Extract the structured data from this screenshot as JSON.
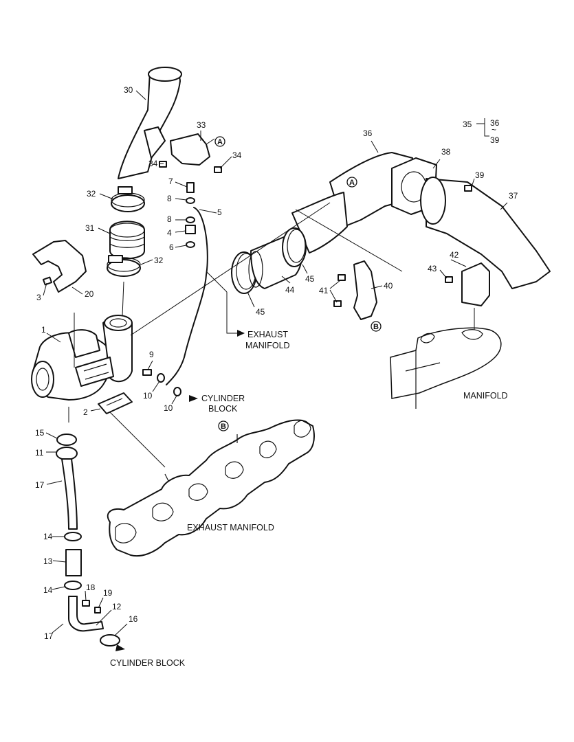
{
  "part_numbers": {
    "n1": "1",
    "n2": "2",
    "n3": "3",
    "n4": "4",
    "n5": "5",
    "n6": "6",
    "n7": "7",
    "n8a": "8",
    "n8b": "8",
    "n9": "9",
    "n10a": "10",
    "n10b": "10",
    "n11": "11",
    "n12": "12",
    "n13": "13",
    "n14a": "14",
    "n14b": "14",
    "n15": "15",
    "n16": "16",
    "n17a": "17",
    "n17b": "17",
    "n18": "18",
    "n19": "19",
    "n20": "20",
    "n30": "30",
    "n31": "31",
    "n32a": "32",
    "n32b": "32",
    "n33": "33",
    "n34a": "34",
    "n34b": "34",
    "n35": "35",
    "n36a": "36",
    "n36b": "36",
    "n37": "37",
    "n38": "38",
    "n39a": "39",
    "n39b": "39",
    "n40": "40",
    "n41": "41",
    "n42": "42",
    "n43": "43",
    "n44": "44",
    "n45a": "45",
    "n45b": "45",
    "tilde": "~"
  },
  "labels": {
    "exhaust_manifold_1": "EXHAUST",
    "exhaust_manifold_2": "MANIFOLD",
    "cylinder_block_1": "CYLINDER",
    "cylinder_block_2": "BLOCK",
    "exhaust_manifold_full": "EXHAUST MANIFOLD",
    "manifold": "MANIFOLD",
    "cylinder_block_full": "CYLINDER BLOCK"
  },
  "reference_marks": {
    "a1": "A",
    "a2": "A",
    "b1": "B",
    "b2": "B"
  }
}
